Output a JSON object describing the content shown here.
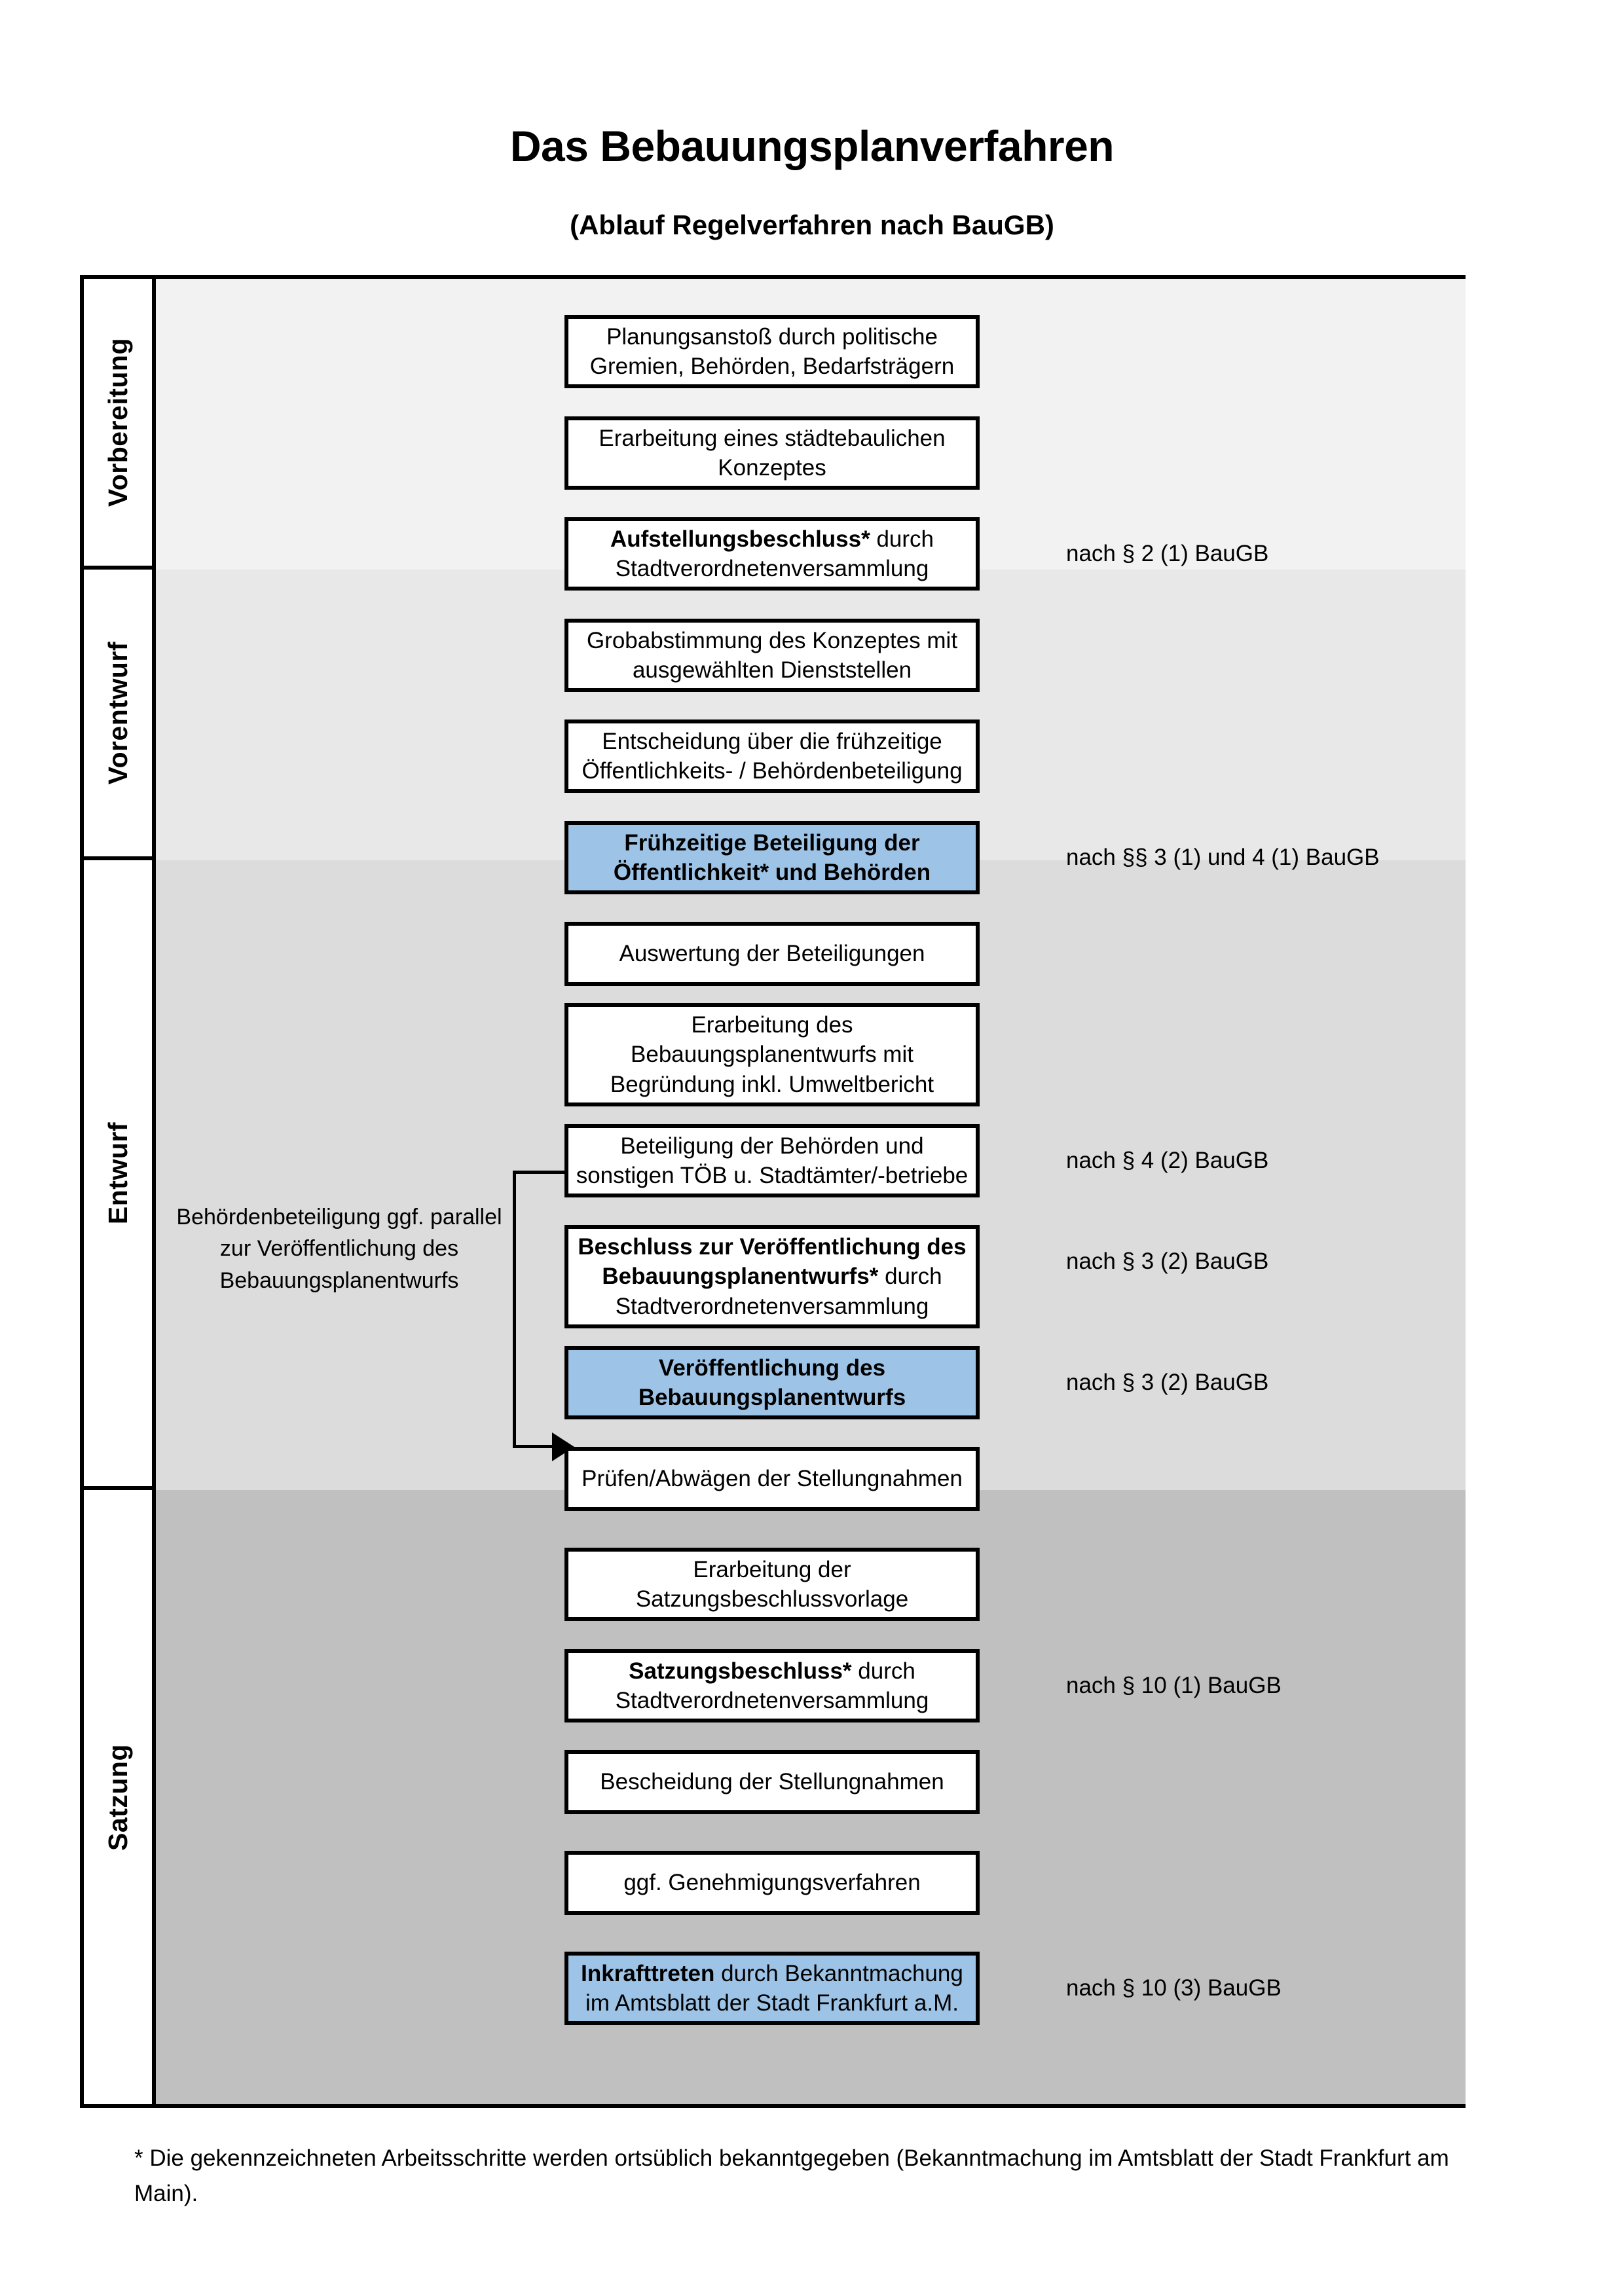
{
  "header": {
    "title": "Das Bebauungsplanverfahren",
    "subtitle": "(Ablauf Regelverfahren nach BauGB)"
  },
  "phases": [
    {
      "label": "Vorbereitung",
      "background": "#F2F2F2"
    },
    {
      "label": "Vorentwurf",
      "background": "#E8E8E8"
    },
    {
      "label": "Entwurf",
      "background": "#DCDCDC"
    },
    {
      "label": "Satzung",
      "background": "#C0C0C0"
    }
  ],
  "steps": [
    {
      "bold": "",
      "text": "Planungsanstoß durch politische Gremien, Behörden, Bedarfsträgern",
      "highlight": false
    },
    {
      "bold": "",
      "text": "Erarbeitung eines städtebaulichen Konzeptes",
      "highlight": false
    },
    {
      "bold": "Aufstellungsbeschluss*",
      "text": " durch Stadtverordnetenversammlung",
      "highlight": false
    },
    {
      "bold": "",
      "text": "Grobabstimmung des Konzeptes mit ausgewählten Dienststellen",
      "highlight": false
    },
    {
      "bold": "",
      "text": "Entscheidung über die frühzeitige Öffentlichkeits- / Behördenbeteiligung",
      "highlight": false
    },
    {
      "bold": "Frühzeitige Beteiligung der Öffentlichkeit* und Behörden",
      "text": "",
      "highlight": true
    },
    {
      "bold": "",
      "text": "Auswertung der Beteiligungen",
      "highlight": false
    },
    {
      "bold": "",
      "text": "Erarbeitung des Bebauungsplanentwurfs mit Begründung inkl. Umweltbericht",
      "highlight": false
    },
    {
      "bold": "",
      "text": "Beteiligung der Behörden und sonstigen TÖB u. Stadtämter/-betriebe",
      "highlight": false
    },
    {
      "bold": "Beschluss zur Veröffentlichung des Bebauungsplanentwurfs*",
      "text": " durch Stadtverordnetenversammlung",
      "highlight": false
    },
    {
      "bold": "Veröffentlichung des Bebauungsplanentwurfs",
      "text": "",
      "highlight": true
    },
    {
      "bold": "",
      "text": "Prüfen/Abwägen der Stellungnahmen",
      "highlight": false
    },
    {
      "bold": "",
      "text": "Erarbeitung der Satzungsbeschlussvorlage",
      "highlight": false
    },
    {
      "bold": "Satzungsbeschluss*",
      "text": " durch Stadtverordnetenversammlung",
      "highlight": false
    },
    {
      "bold": "",
      "text": "Bescheidung der Stellungnahmen",
      "highlight": false
    },
    {
      "bold": "",
      "text": "ggf. Genehmigungsverfahren",
      "highlight": false
    },
    {
      "bold": "Inkrafttreten",
      "text": " durch Bekanntmachung im Amtsblatt der Stadt Frankfurt a.M.",
      "highlight": true
    }
  ],
  "legal_refs": [
    {
      "text": "nach § 2 (1) BauGB"
    },
    {
      "text": "nach §§ 3 (1) und 4 (1) BauGB"
    },
    {
      "text": "nach § 4 (2) BauGB"
    },
    {
      "text": "nach § 3 (2) BauGB"
    },
    {
      "text": "nach § 3 (2) BauGB"
    },
    {
      "text": "nach § 10 (1) BauGB"
    },
    {
      "text": "nach § 10 (3) BauGB"
    }
  ],
  "sidenote": "Behördenbeteiligung ggf. parallel zur Veröffentlichung des Bebauungsplanentwurfs",
  "footnote": "* Die gekennzeichneten Arbeitsschritte werden ortsüblich bekanntgegeben (Bekanntmachung im Amtsblatt  der Stadt Frankfurt am Main).",
  "colors": {
    "highlight": "#9DC3E6",
    "border": "#000000"
  }
}
